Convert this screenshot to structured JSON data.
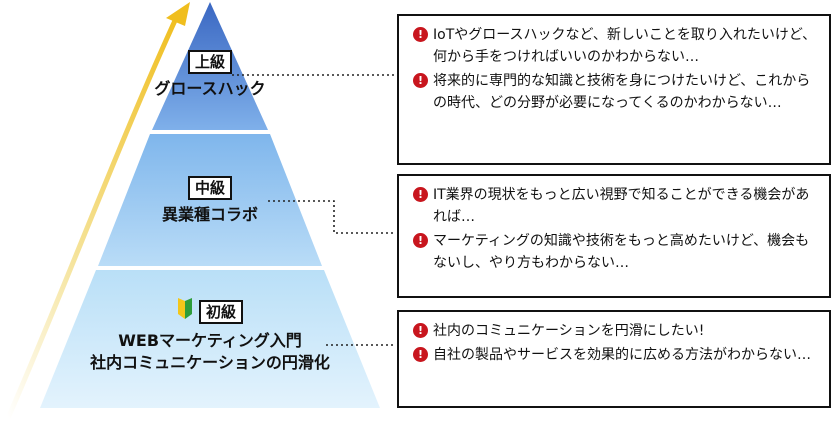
{
  "tiers": [
    {
      "level": "上級",
      "title": "グロースハック",
      "issues": [
        "IoTやグロースハックなど、新しいことを取り入れたいけど、何から手をつければいいのかわからない…",
        "将来的に専門的な知識と技術を身につけたいけど、これからの時代、どの分野が必要になってくるのかわからない…"
      ]
    },
    {
      "level": "中級",
      "title": "異業種コラボ",
      "issues": [
        "IT業界の現状をもっと広い視野で知ることができる機会があれば…",
        "マーケティングの知識や技術をもっと高めたいけど、機会もないし、やり方もわからない…"
      ]
    },
    {
      "level": "初級",
      "title_lines": [
        "WEBマーケティング入門",
        "社内コミュニケーションの円滑化"
      ],
      "issues": [
        "社内のコミュニケーションを円滑にしたい!",
        "自社の製品やサービスを効果的に広める方法がわからない…"
      ]
    }
  ],
  "icons": {
    "warning": "exclamation-circle-icon",
    "beginner": "beginner-mark-icon",
    "arrow": "growth-arrow"
  },
  "colors": {
    "top_tier": "#4c78cc",
    "mid_tier": "#8ac3ee",
    "bottom_tier": "#cde9fb",
    "arrow": "#f1c232",
    "warning": "#c8161e"
  }
}
